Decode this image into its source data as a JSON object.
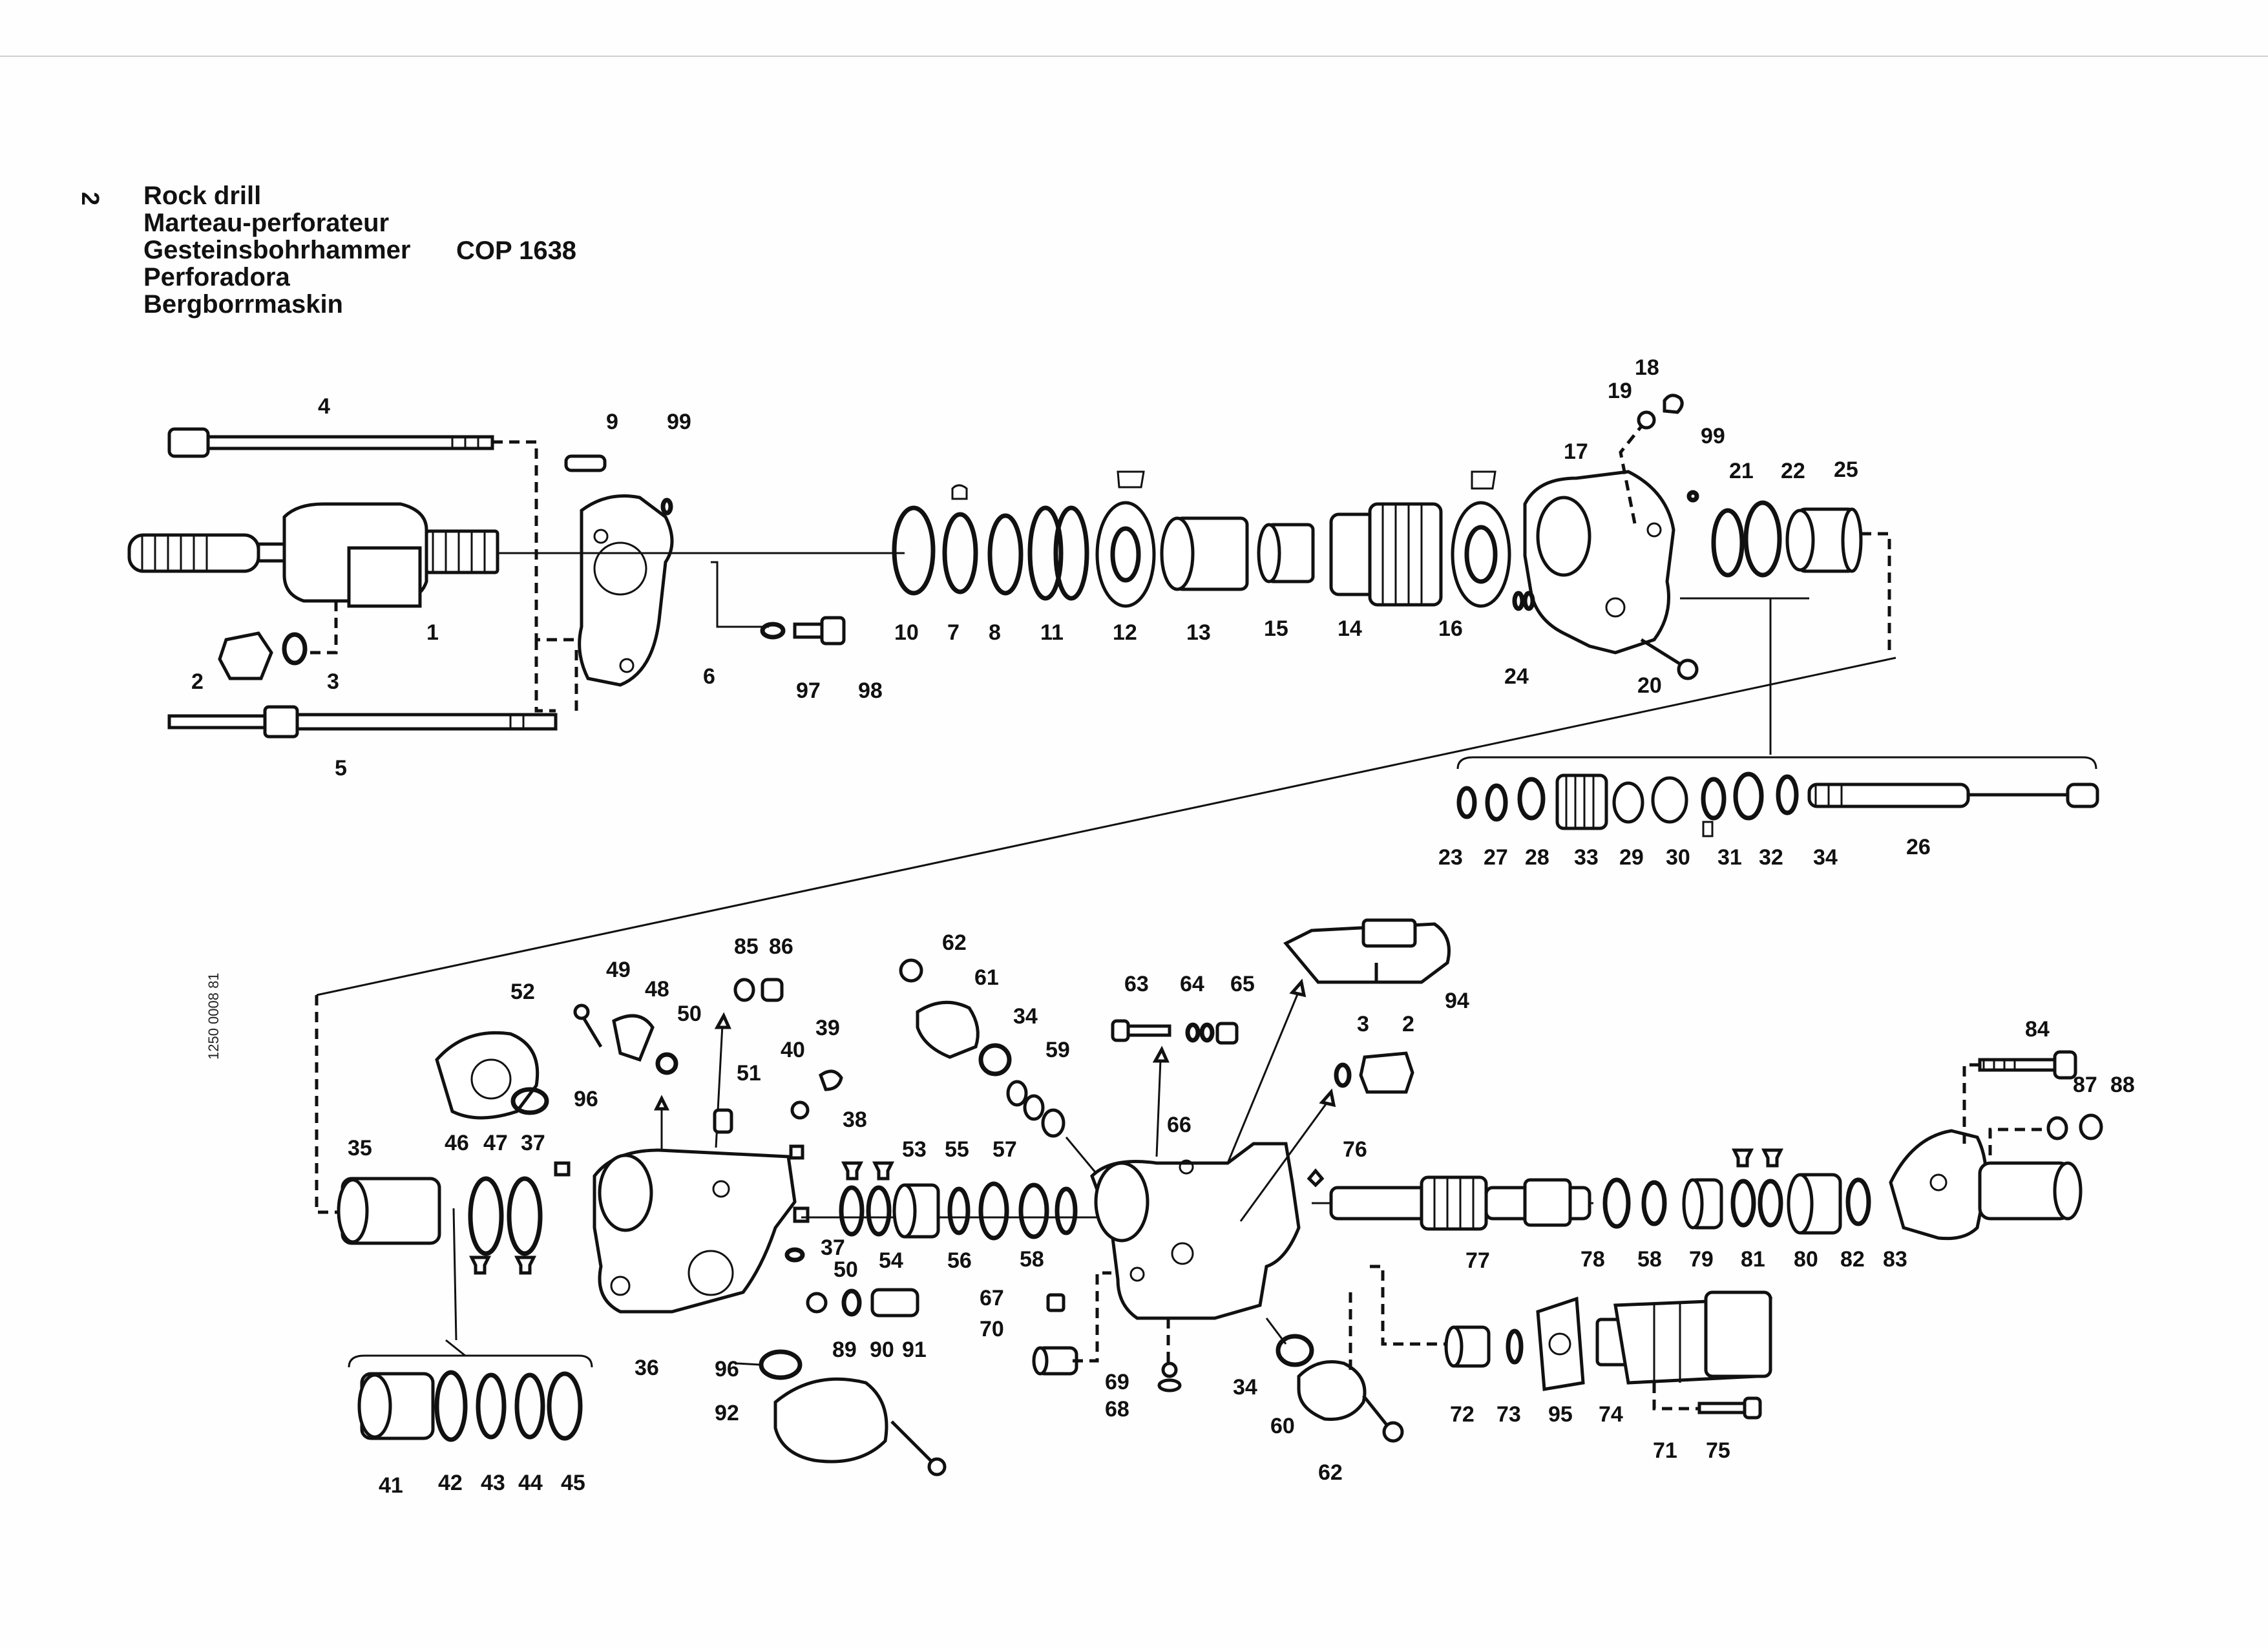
{
  "header": {
    "page_number": "2",
    "titles": [
      "Rock drill",
      "Marteau-perforateur",
      "Gesteinsbohrhammer",
      "Perforadora",
      "Bergborrmaskin"
    ],
    "model": "COP 1638"
  },
  "side_code": "1250 0008 81",
  "part_numbers": [
    "1",
    "2",
    "3",
    "4",
    "5",
    "6",
    "7",
    "8",
    "9",
    "10",
    "11",
    "12",
    "13",
    "14",
    "15",
    "16",
    "17",
    "18",
    "19",
    "20",
    "21",
    "22",
    "23",
    "24",
    "25",
    "26",
    "27",
    "28",
    "29",
    "30",
    "31",
    "32",
    "33",
    "34",
    "35",
    "36",
    "37",
    "38",
    "39",
    "40",
    "41",
    "42",
    "43",
    "44",
    "45",
    "46",
    "47",
    "48",
    "49",
    "50",
    "51",
    "52",
    "53",
    "54",
    "55",
    "56",
    "57",
    "58",
    "59",
    "60",
    "61",
    "62",
    "63",
    "64",
    "65",
    "66",
    "67",
    "68",
    "69",
    "70",
    "71",
    "72",
    "73",
    "74",
    "75",
    "76",
    "77",
    "78",
    "79",
    "80",
    "81",
    "82",
    "83",
    "84",
    "85",
    "86",
    "87",
    "88",
    "89",
    "90",
    "91",
    "92",
    "94",
    "95",
    "96",
    "97",
    "98",
    "99"
  ],
  "colors": {
    "ink": "#111111",
    "paper": "#fefefe"
  }
}
